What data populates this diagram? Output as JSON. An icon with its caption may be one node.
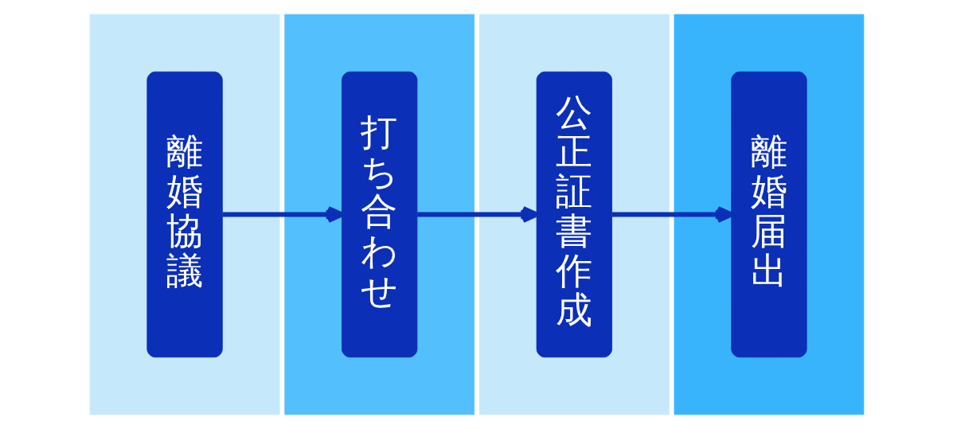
{
  "diagram": {
    "nodes": [
      {
        "text": [],
        "shape": "box"
      },
      {
        "text": [
          "離婚協議"
        ],
        "in": 0
      },
      {
        "text": [],
        "shape": "box"
      },
      {
        "text": [
          "打ち合わせ"
        ],
        "in": 2
      },
      {
        "text": [],
        "shape": "box"
      },
      {
        "text": [
          "公正証書作成"
        ],
        "in": 4
      },
      {
        "text": [],
        "shape": "box"
      },
      {
        "text": [
          "離婚届出"
        ],
        "in": 6
      }
    ],
    "edges": [
      {
        "from": 1,
        "to": 3,
        "arrow": "to"
      },
      {
        "from": 3,
        "to": 5,
        "arrow": "to"
      },
      {
        "from": 5,
        "to": 7,
        "arrow": "to"
      }
    ]
  }
}
